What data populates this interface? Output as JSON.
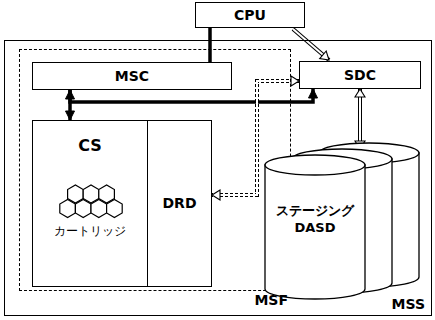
{
  "diagram": {
    "nodes": [
      {
        "text": [
          "CPU"
        ]
      },
      {
        "text": [
          "MSS"
        ]
      },
      {
        "text": [
          "MSF"
        ],
        "in": 1
      },
      {
        "text": [
          "MSC"
        ],
        "in": 2
      },
      {
        "text": [
          "SDC"
        ],
        "in": 1
      },
      {
        "text": [
          "CS"
        ],
        "in": 2
      },
      {
        "text": [
          "DRD"
        ],
        "in": 2
      },
      {
        "text": [
          "ステージング DASD"
        ],
        "in": 1
      }
    ],
    "edges": [
      {
        "from": 0,
        "to": 3,
        "arrow": "none"
      },
      {
        "from": 0,
        "to": 4,
        "arrow": "to"
      },
      {
        "from": 3,
        "to": 5,
        "arrow": "both"
      },
      {
        "from": 3,
        "to": 4,
        "arrow": "to"
      },
      {
        "from": 4,
        "to": 6,
        "arrow": "both"
      },
      {
        "from": 4,
        "to": 7,
        "arrow": "both"
      }
    ],
    "labels": [
      "カートリッジ"
    ]
  }
}
